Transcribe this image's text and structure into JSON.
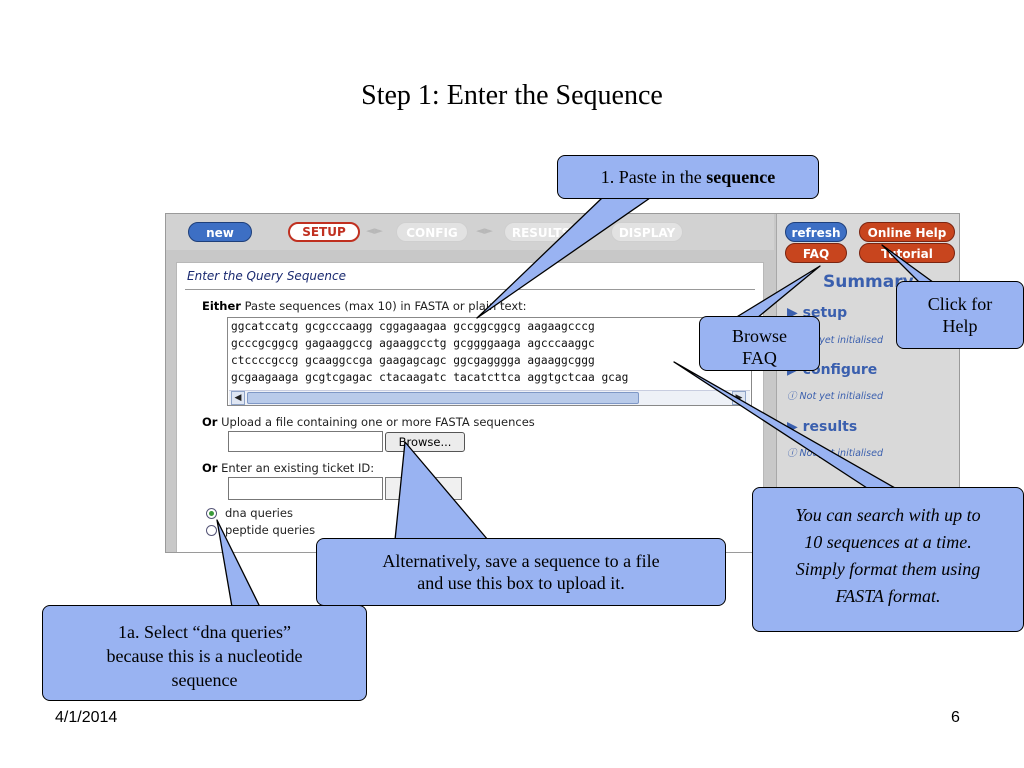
{
  "slide": {
    "title": "Step 1: Enter the Sequence",
    "date": "4/1/2014",
    "page_number": "6"
  },
  "app": {
    "nav": {
      "new_label": "new",
      "setup_label": "SETUP",
      "config_label": "CONFIG",
      "results_label": "RESULTS",
      "display_label": "DISPLAY"
    },
    "panel_heading": "Enter the Query Sequence",
    "either_label": "Either",
    "paste_label": "Paste sequences (max 10) in FASTA or plain text:",
    "sequence_lines": [
      "ggcatccatg gcgcccaagg cggagaagaa gccggcggcg aagaagcccg",
      "gcccgcggcg gagaaggccg agaaggcctg gcggggaaga agcccaaggc",
      "ctccccgccg gcaaggccga gaagagcagc ggcgagggga agaaggcggg",
      "gcgaagaaga gcgtcgagac ctacaagatc tacatcttca aggtgctcaa gcag"
    ],
    "or_label": "Or",
    "upload_label": "Upload a file containing one or more FASTA sequences",
    "browse_label": "Browse...",
    "ticket_label": "Enter an existing ticket ID:",
    "radio_dna_label": "dna queries",
    "radio_peptide_label": "peptide queries",
    "radio_selected": "dna queries",
    "sidebar": {
      "refresh_label": "refresh",
      "online_help_label": "Online Help",
      "faq_label": "FAQ",
      "tutorial_label": "Tutorial",
      "summary_title": "Summary",
      "setup_label": "setup",
      "setup_status": "Not yet initialised",
      "configure_label": "configure",
      "configure_status": "Not yet initialised",
      "results_label": "results",
      "results_status": "Not yet initialised"
    }
  },
  "callouts": {
    "paste_prefix": "1. Paste in the ",
    "paste_bold": "sequence",
    "help_line1": "Click for",
    "help_line2": "Help",
    "faq_line1": "Browse",
    "faq_line2": "FAQ",
    "fasta_line1": "You can search with up to",
    "fasta_line2": "10 sequences at a time.",
    "fasta_line3": "Simply format them using",
    "fasta_line4": "FASTA format.",
    "upload_line1": "Alternatively, save a sequence to a file",
    "upload_line2": "and use this box to upload it.",
    "select_line1": "1a. Select “dna queries”",
    "select_line2": "because this is a nucleotide",
    "select_line3": "sequence"
  },
  "colors": {
    "callout_fill": "#99b3f2",
    "accent_blue": "#3d6fc4",
    "accent_red": "#c8451e"
  }
}
